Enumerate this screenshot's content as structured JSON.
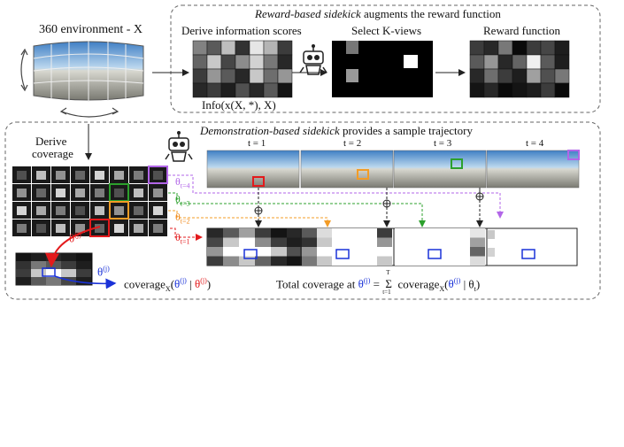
{
  "colors": {
    "red": "#e31a1c",
    "blue": "#1a32d8",
    "orange": "#f39c26",
    "green": "#2ca02c",
    "purple": "#b266e8",
    "panel_border": "#666666"
  },
  "env": {
    "title": "360 environment - X"
  },
  "reward_panel": {
    "title_italic": "Reward-based sidekick",
    "title_rest": " augments the reward function",
    "info_title": "Derive information scores",
    "info_caption": "Info(x(X, *), X)",
    "select_title": "Select K-views",
    "reward_title": "Reward function"
  },
  "demo_panel": {
    "title_italic": "Demonstration-based sidekick",
    "title_rest": " provides a sample trajectory",
    "derive_title_1": "Derive",
    "derive_title_2": "coverage",
    "time_labels": [
      "t = 1",
      "t = 2",
      "t = 3",
      "t = 4"
    ],
    "theta_labels": [
      {
        "sym": "θ",
        "sub": "t=4",
        "color": "purple"
      },
      {
        "sym": "θ",
        "sub": "t=3",
        "color": "green"
      },
      {
        "sym": "θ",
        "sub": "t=2",
        "color": "orange"
      },
      {
        "sym": "θ",
        "sub": "t=1",
        "color": "red"
      }
    ],
    "theta_j": "θ",
    "theta_j_sup": "(j)",
    "coverage_label": "coverage",
    "coverage_sub": "X",
    "total_prefix": "Total coverage at ",
    "total_sum_top": "T",
    "total_sum_bottom": "t=1",
    "total_suffix": "coverage",
    "total_given": "| θ",
    "total_given_sub": "t"
  }
}
